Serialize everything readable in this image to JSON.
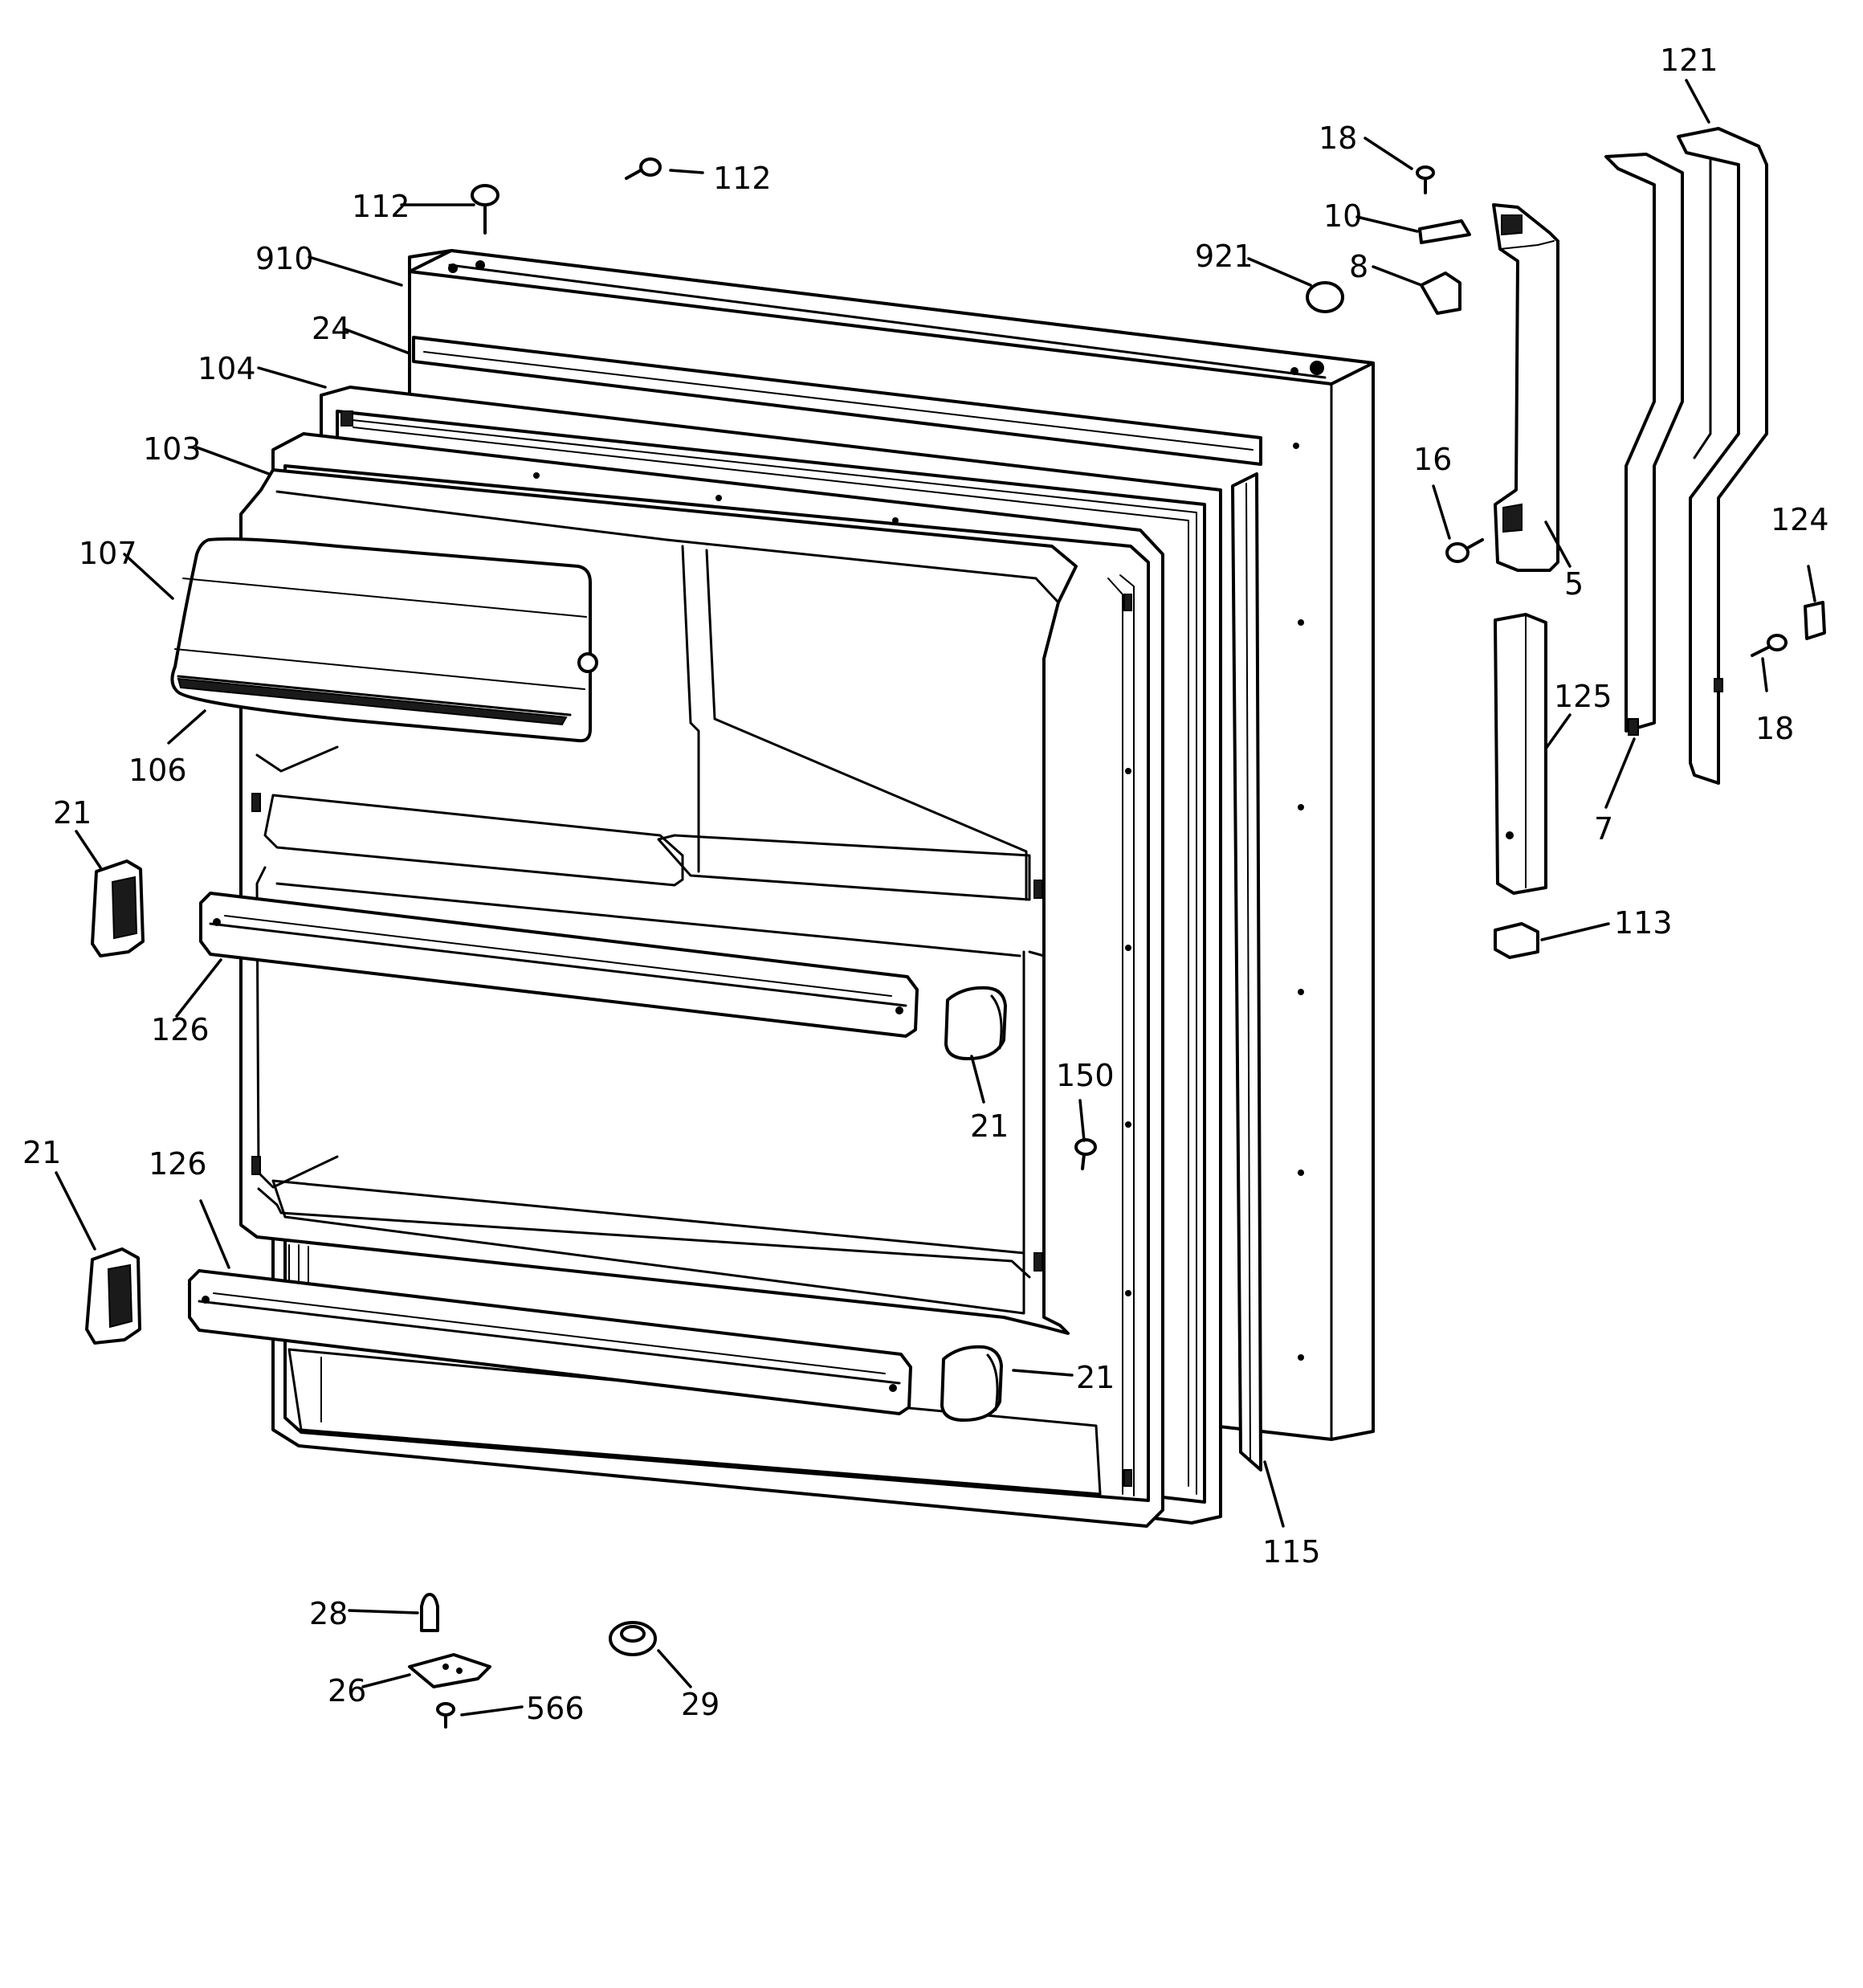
{
  "diagram": {
    "labels": {
      "l121": "121",
      "l18a": "18",
      "l112a": "112",
      "l112b": "112",
      "l10": "10",
      "l921": "921",
      "l910": "910",
      "l8": "8",
      "l24": "24",
      "l104": "104",
      "l103": "103",
      "l16": "16",
      "l124": "124",
      "l107": "107",
      "l5": "5",
      "l125": "125",
      "l18b": "18",
      "l106": "106",
      "l7": "7",
      "l21a": "21",
      "l113": "113",
      "l126a": "126",
      "l150": "150",
      "l21b": "21",
      "l21c": "21",
      "l126b": "126",
      "l21d": "21",
      "l115": "115",
      "l28": "28",
      "l26": "26",
      "l566": "566",
      "l29": "29"
    }
  }
}
